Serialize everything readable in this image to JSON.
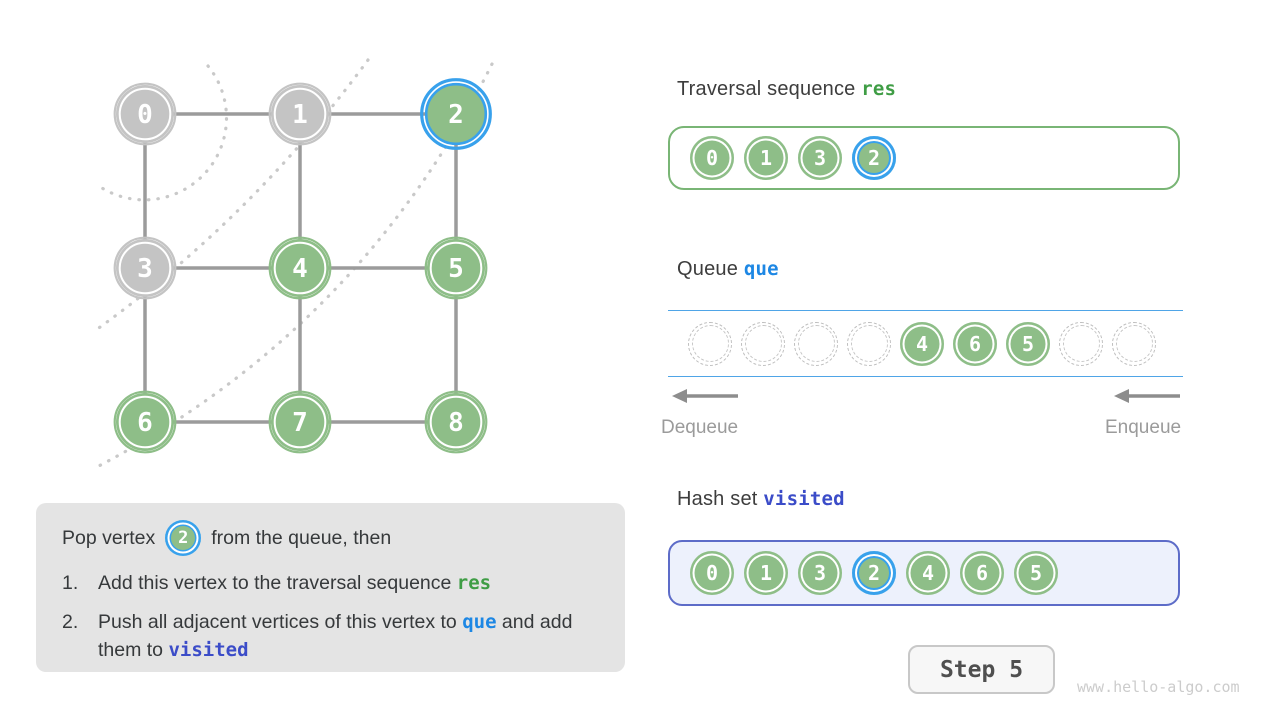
{
  "palette": {
    "green": "#8ebe88",
    "grayNode": "#c4c4c4",
    "hlBlue": "#38a1ec",
    "boxGreen": "#79b575",
    "codeGreen": "#3f9d45",
    "codeBlue": "#1d87e4",
    "codeIndigo": "#3b4cc8",
    "hashBorder": "#5d6cc8",
    "hashBg": "#edf1fc",
    "queueLine": "#4fa5e7",
    "edgeGray": "#9b9b9b",
    "arcGray": "#c9c9c9",
    "labelGray": "#9b9b9b",
    "arrowGray": "#8d8d8d",
    "instrBg": "#e4e4e4",
    "textDark": "#36393b",
    "stepText": "#4f4f4f",
    "watermark": "#cccccc"
  },
  "graph": {
    "nodes": [
      {
        "value": "0",
        "state": "gray"
      },
      {
        "value": "1",
        "state": "gray"
      },
      {
        "value": "2",
        "state": "highlight"
      },
      {
        "value": "3",
        "state": "gray"
      },
      {
        "value": "4",
        "state": "green"
      },
      {
        "value": "5",
        "state": "green"
      },
      {
        "value": "6",
        "state": "green"
      },
      {
        "value": "7",
        "state": "green"
      },
      {
        "value": "8",
        "state": "green"
      }
    ],
    "edges": [
      [
        0,
        1
      ],
      [
        1,
        2
      ],
      [
        3,
        4
      ],
      [
        4,
        5
      ],
      [
        6,
        7
      ],
      [
        7,
        8
      ],
      [
        0,
        3
      ],
      [
        3,
        6
      ],
      [
        1,
        4
      ],
      [
        4,
        7
      ],
      [
        2,
        5
      ],
      [
        5,
        8
      ]
    ]
  },
  "sections": {
    "traversal": {
      "title": "Traversal sequence",
      "keyword": "res",
      "items": [
        {
          "value": "0",
          "state": "green"
        },
        {
          "value": "1",
          "state": "green"
        },
        {
          "value": "3",
          "state": "green"
        },
        {
          "value": "2",
          "state": "highlight"
        }
      ]
    },
    "queue": {
      "title": "Queue",
      "keyword": "que",
      "slots": [
        {
          "state": "empty"
        },
        {
          "state": "empty"
        },
        {
          "state": "empty"
        },
        {
          "state": "empty"
        },
        {
          "value": "4",
          "state": "green"
        },
        {
          "value": "6",
          "state": "green"
        },
        {
          "value": "5",
          "state": "green"
        },
        {
          "state": "empty"
        },
        {
          "state": "empty"
        }
      ],
      "dequeue_label": "Dequeue",
      "enqueue_label": "Enqueue"
    },
    "hashset": {
      "title": "Hash set",
      "keyword": "visited",
      "items": [
        {
          "value": "0",
          "state": "green"
        },
        {
          "value": "1",
          "state": "green"
        },
        {
          "value": "3",
          "state": "green"
        },
        {
          "value": "2",
          "state": "highlight"
        },
        {
          "value": "4",
          "state": "green"
        },
        {
          "value": "6",
          "state": "green"
        },
        {
          "value": "5",
          "state": "green"
        }
      ]
    }
  },
  "instruction": {
    "line1_prefix": "Pop vertex",
    "badge": "2",
    "line1_suffix": "from the queue, then",
    "steps": [
      {
        "num": "1.",
        "segments": [
          {
            "text": "Add this vertex to the traversal sequence "
          },
          {
            "code": "res",
            "color": "green"
          }
        ]
      },
      {
        "num": "2.",
        "segments": [
          {
            "text": "Push all adjacent vertices of this vertex to "
          },
          {
            "code": "que",
            "color": "blue"
          },
          {
            "text": " and add them to "
          },
          {
            "code": "visited",
            "color": "indigo"
          }
        ]
      }
    ]
  },
  "footer": {
    "step_label": "Step 5",
    "watermark": "www.hello-algo.com"
  }
}
